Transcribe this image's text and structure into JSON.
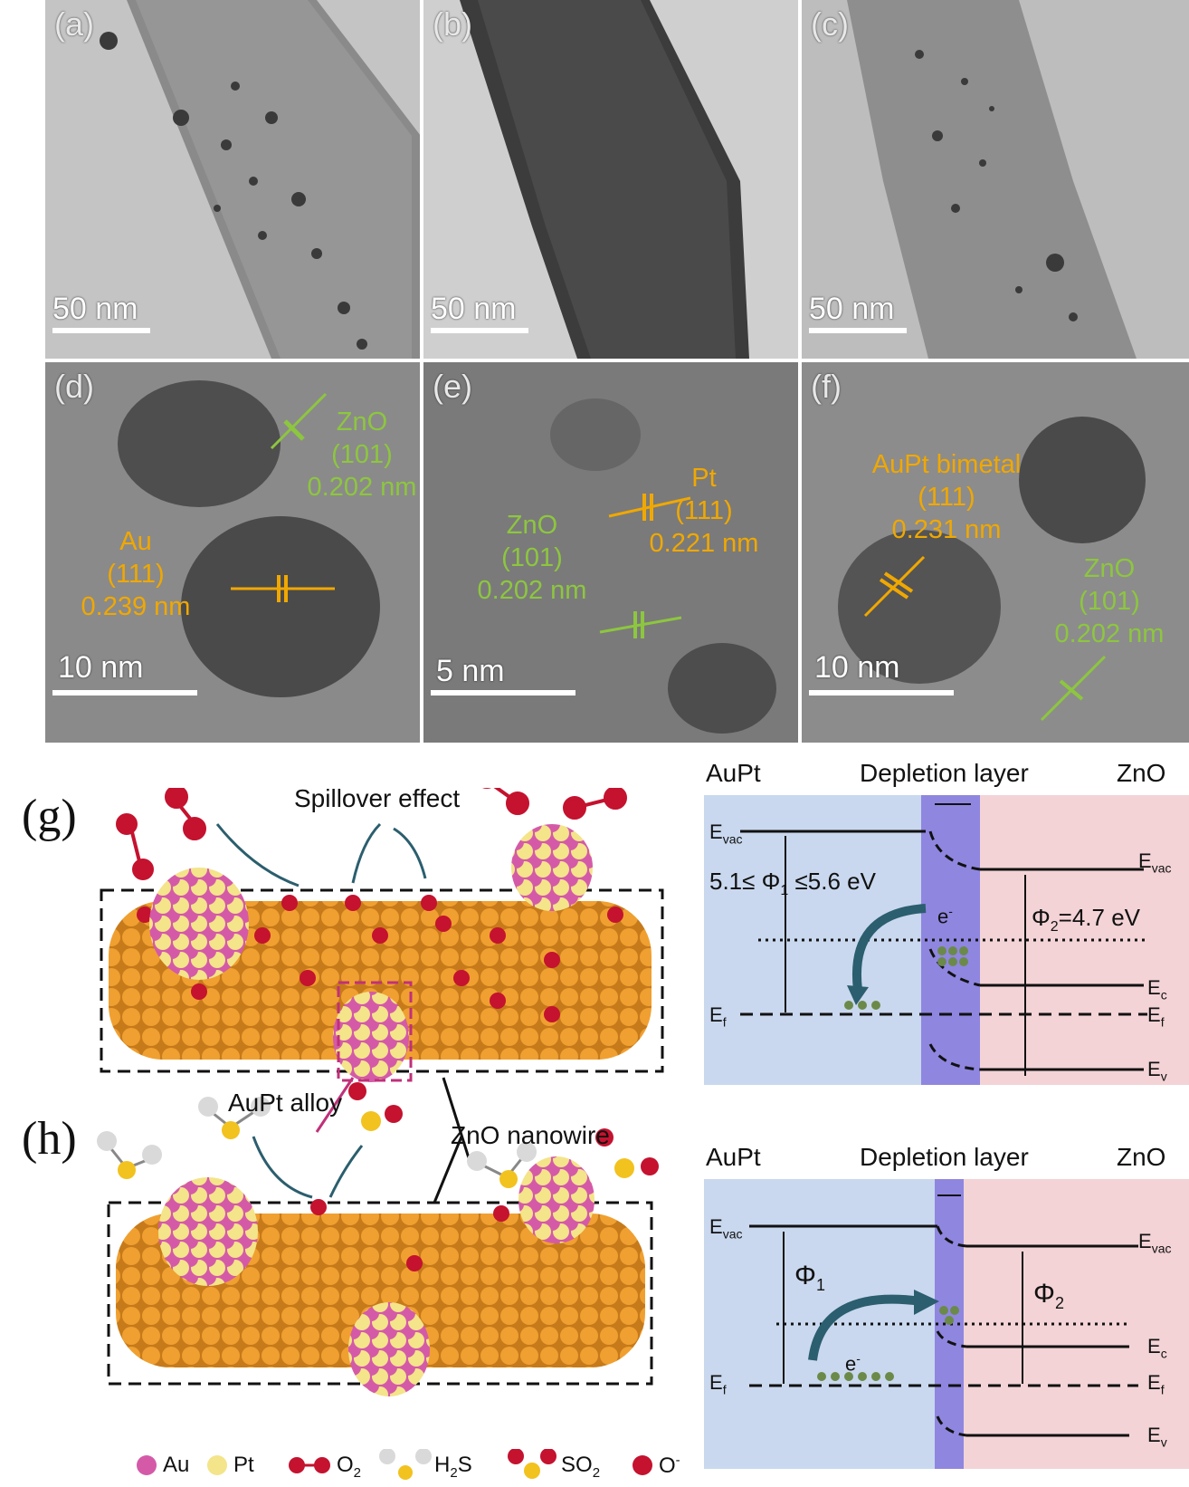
{
  "tem_panels": [
    {
      "label": "(a)",
      "scale": "50 nm"
    },
    {
      "label": "(b)",
      "scale": "50 nm"
    },
    {
      "label": "(c)",
      "scale": "50 nm"
    }
  ],
  "hrtem_panels": [
    {
      "label": "(d)",
      "scale": "10 nm",
      "annotations": {
        "zno": [
          "ZnO",
          "(101)",
          "0.202 nm"
        ],
        "au": [
          "Au",
          "(111)",
          "0.239 nm"
        ]
      }
    },
    {
      "label": "(e)",
      "scale": "5 nm",
      "annotations": {
        "pt": [
          "Pt",
          "(111)",
          "0.221 nm"
        ],
        "zno": [
          "ZnO",
          "(101)",
          "0.202 nm"
        ]
      }
    },
    {
      "label": "(f)",
      "scale": "10 nm",
      "annotations": {
        "aupt": [
          "AuPt bimetal",
          "(111)",
          "0.231 nm"
        ],
        "zno": [
          "ZnO",
          "(101)",
          "0.202 nm"
        ]
      }
    }
  ],
  "scheme_g": {
    "label": "(g)",
    "spillover": "Spillover effect",
    "alloy": "AuPt alloy",
    "nanowire": "ZnO nanowire"
  },
  "scheme_h": {
    "label": "(h)"
  },
  "band_g": {
    "left": "AuPt",
    "middle": "Depletion layer",
    "right": "ZnO",
    "evac": "E",
    "evac_sub": "vac",
    "phi1": "5.1≤ Φ",
    "phi1_sub": "1",
    "phi1_tail": " ≤5.6 eV",
    "phi2": "Φ",
    "phi2_sub": "2",
    "phi2_tail": "=4.7 eV",
    "electron": "e",
    "electron_sup": "-",
    "ec": "E",
    "ec_sub": "c",
    "ef": "E",
    "ef_sub": "f",
    "ev": "E",
    "ev_sub": "v"
  },
  "band_h": {
    "left": "AuPt",
    "middle": "Depletion layer",
    "right": "ZnO",
    "phi1": "Φ",
    "phi1_sub": "1",
    "phi2": "Φ",
    "phi2_sub": "2",
    "electron": "e",
    "electron_sup": "-"
  },
  "legend": {
    "au": "Au",
    "pt": "Pt",
    "o2": "O",
    "o2_sub": "2",
    "h2s_pre": "H",
    "h2s_sub": "2",
    "h2s_post": "S",
    "so2": "SO",
    "so2_sub": "2",
    "o": "O",
    "o_sup": "-"
  },
  "colors": {
    "au": "#d45aa8",
    "pt": "#f4e48a",
    "oxygen": "#c4122f",
    "sulfur": "#f2c21e",
    "hydrogen": "#d9d9d9",
    "zno": "#f0a030",
    "band_left": "#c9d8ee",
    "band_right": "#f3d3d6",
    "depletion": "#8f86e0",
    "arrow": "#2b5e6e",
    "gold_text": "#f0a800",
    "green_text": "#8dc63f"
  }
}
